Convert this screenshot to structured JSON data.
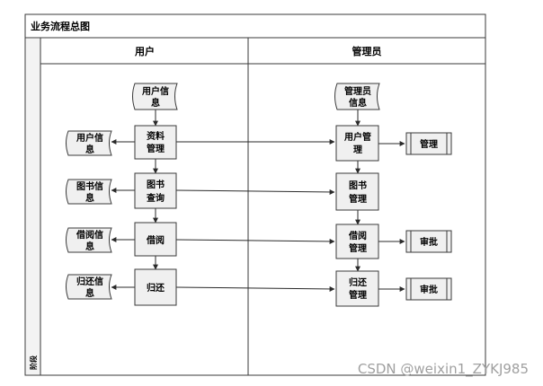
{
  "diagram": {
    "title": "业务流程总图",
    "side_label": "阶段",
    "lanes": {
      "user": "用户",
      "admin": "管理员"
    },
    "nodes": {
      "user_info_top": [
        "用户信",
        "息"
      ],
      "resource_mgmt": [
        "资料",
        "管理"
      ],
      "user_info_left": [
        "用户信",
        "息"
      ],
      "book_query": [
        "图书",
        "查询"
      ],
      "book_info": [
        "图书信",
        "息"
      ],
      "borrow": [
        "借阅"
      ],
      "borrow_info": [
        "借阅信",
        "息"
      ],
      "return": [
        "归还"
      ],
      "return_info": [
        "归还信",
        "息"
      ],
      "admin_info": [
        "管理员",
        "信息"
      ],
      "user_mgmt": [
        "用户管",
        "理"
      ],
      "manage": [
        "管理"
      ],
      "book_mgmt": [
        "图书",
        "管理"
      ],
      "borrow_mgmt": [
        "借阅",
        "管理"
      ],
      "approve_1": [
        "审批"
      ],
      "return_mgmt": [
        "归还",
        "管理"
      ],
      "approve_2": [
        "审批"
      ]
    }
  },
  "watermark": "CSDN @weixin1_ZYKJ985"
}
